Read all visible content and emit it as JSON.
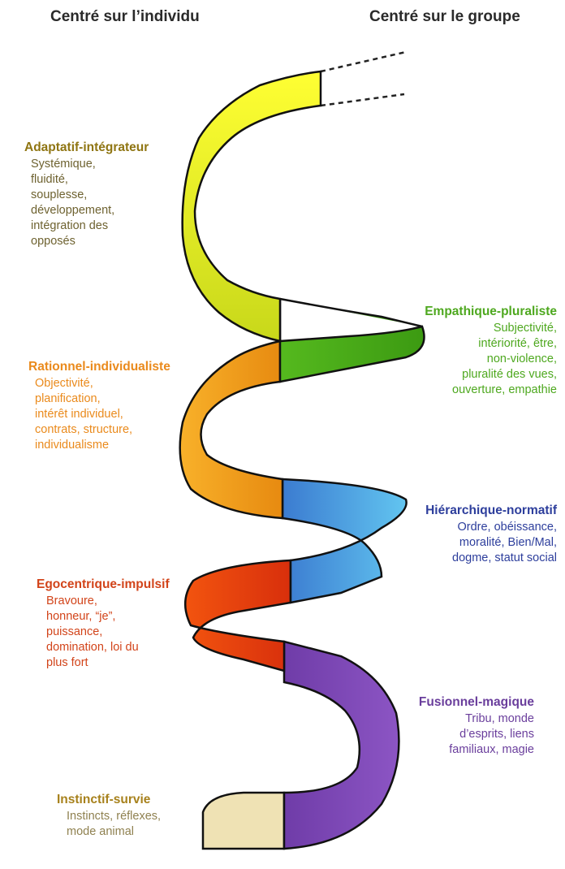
{
  "headers": {
    "left": "Centré sur l’individu",
    "right": "Centré sur le groupe"
  },
  "stages": [
    {
      "id": "adaptatif",
      "side": "left",
      "title": "Adaptatif-intégrateur",
      "color": "#8f7512",
      "lines": [
        "Systémique,",
        "fluidité,",
        "souplesse,",
        "développement,",
        "intégration des",
        "opposés"
      ]
    },
    {
      "id": "empathique",
      "side": "right",
      "title": "Empathique-pluraliste",
      "color": "#4ea81f",
      "lines": [
        "Subjectivité,",
        "intériorité, être,",
        "non-violence,",
        "pluralité des vues,",
        "ouverture, empathie"
      ]
    },
    {
      "id": "rationnel",
      "side": "left",
      "title": "Rationnel-individualiste",
      "color": "#ea8a1c",
      "lines": [
        "Objectivité,",
        "planification,",
        "intérêt individuel,",
        "contrats, structure,",
        "individualisme"
      ]
    },
    {
      "id": "hierarchique",
      "side": "right",
      "title": "Hiérarchique-normatif",
      "color": "#2d3e9c",
      "lines": [
        "Ordre, obéissance,",
        "moralité, Bien/Mal,",
        "dogme, statut social"
      ]
    },
    {
      "id": "egocentrique",
      "side": "left",
      "title": "Egocentrique-impulsif",
      "color": "#d2441a",
      "lines": [
        "Bravoure,",
        "honneur, “je”,",
        "puissance,",
        "domination, loi du",
        "plus fort"
      ]
    },
    {
      "id": "fusionnel",
      "side": "right",
      "title": "Fusionnel-magique",
      "color": "#6a3e9c",
      "lines": [
        "Tribu, monde",
        "d’esprits, liens",
        "familiaux, magie"
      ]
    },
    {
      "id": "instinctif",
      "side": "left",
      "title": "Instinctif-survie",
      "color": "#a7811c",
      "lines": [
        "Instincts, réflexes,",
        "mode animal"
      ]
    }
  ],
  "spiral_colors": {
    "beige": "#efe1b0",
    "purple": "#7b45b0",
    "red": "#e23a10",
    "blue": "#3d8ad6",
    "orange": "#f09a16",
    "green": "#4dae1c",
    "yellow": "#e6ec20",
    "outline": "#111111"
  }
}
